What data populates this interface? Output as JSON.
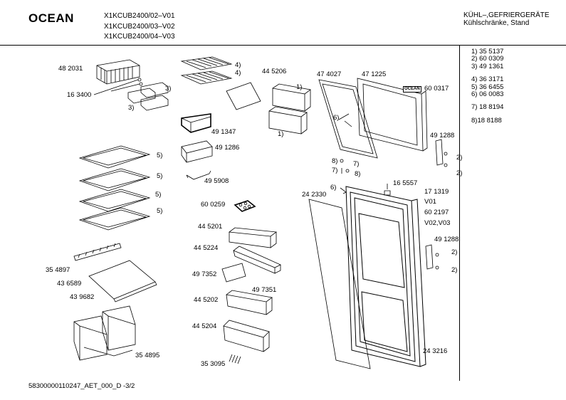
{
  "header": {
    "brand": "OCEAN",
    "models": [
      "X1KCUB2400/02–V01",
      "X1KCUB2400/03–V02",
      "X1KCUB2400/04–V03"
    ],
    "title_line1": "KÜHL–,GEFRIERGERÄTE",
    "title_line2": "Kühlschränke, Stand"
  },
  "legend": [
    [
      "1) 35 5137",
      "2) 60 0309",
      "3) 49 1361"
    ],
    [
      "4) 36 3171",
      "5) 36 6455",
      "6) 06 0083"
    ],
    [
      "7) 18 8194"
    ],
    [
      "8)18 8188"
    ]
  ],
  "labels": {
    "p482031": "48 2031",
    "p163400": "16 3400",
    "ref3a": "3)",
    "ref3b": "3)",
    "ref4a": "4)",
    "ref4b": "4)",
    "p445206": "44 5206",
    "p474027": "47 4027",
    "p471225": "47 1225",
    "ocean_badge": "OCEAN",
    "p600317": "60 0317",
    "ref1a": "1)",
    "ref1b": "1)",
    "ref6a": "6)",
    "p491347": "49 1347",
    "p491286": "49 1286",
    "p495908": "49 5908",
    "ref5a": "5)",
    "ref5b": "5)",
    "ref5c": "5)",
    "ref5d": "5)",
    "p491288a": "49 1288",
    "ref2a": "2)",
    "ref2b": "2)",
    "ref8a": "8)",
    "ref7a": "7)",
    "ref7b": "7)",
    "ref8b": "8)",
    "p165557": "16 5557",
    "p242330": "24 2330",
    "ref6b": "6)",
    "p171319": "17 1319",
    "v01": "V01",
    "p602197": "60 2197",
    "v02v03": "V02,V03",
    "p600259": "60 0259",
    "p445201": "44 5201",
    "p445224": "44 5224",
    "p497352": "49 7352",
    "p497351": "49 7351",
    "p491288b": "49 1288",
    "ref2c": "2)",
    "ref2d": "2)",
    "p354897": "35 4897",
    "p436589": "43 6589",
    "p439682": "43 9682",
    "p445202": "44 5202",
    "p445204": "44 5204",
    "p354895": "35 4895",
    "p243216": "24 3216",
    "p353095": "35 3095"
  },
  "footer": "58300000110247_AET_000_D  -3/2"
}
